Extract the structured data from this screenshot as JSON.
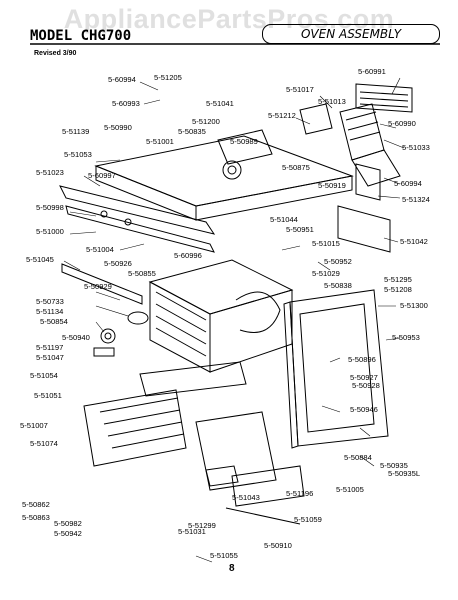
{
  "watermark": "AppliancePartsPros.com",
  "header": {
    "model": "MODEL CHG700",
    "title": "OVEN ASSEMBLY",
    "revised": "Revised 3/90"
  },
  "footer": {
    "page_number": "8"
  },
  "part_labels": [
    "5-60991",
    "5-60994",
    "5-51205",
    "5-60993",
    "5-51017",
    "5-51013",
    "5-51041",
    "5-51212",
    "5-60990",
    "5-51200",
    "5-51139",
    "5-50990",
    "5-50835",
    "5-51001",
    "5-50989",
    "5-51033",
    "5-51053",
    "5-50875",
    "5-51023",
    "5-60997",
    "5-50919",
    "5-60994",
    "5-51324",
    "5-50998",
    "5-51044",
    "5-50951",
    "5-51000",
    "5-51042",
    "5-51004",
    "5-51015",
    "5-60996",
    "5-51045",
    "5-50926",
    "5-50952",
    "5-50855",
    "5-51029",
    "5-51295",
    "5-51208",
    "5-50929",
    "5-50838",
    "5-50733",
    "5-51300",
    "5-51134",
    "5-50854",
    "5-50953",
    "5-50940",
    "5-51197",
    "5-51047",
    "5-50896",
    "5-50927",
    "5-50928",
    "5-51054",
    "5-51051",
    "5-50946",
    "5-51007",
    "5-51074",
    "5-50884",
    "5-50935",
    "5-50935L",
    "5-51005",
    "5-51196",
    "5-51043",
    "5-50862",
    "5-50863",
    "5-50982",
    "5-50942",
    "5-51299",
    "5-51031",
    "5-51059",
    "5-51055",
    "5-50910"
  ]
}
